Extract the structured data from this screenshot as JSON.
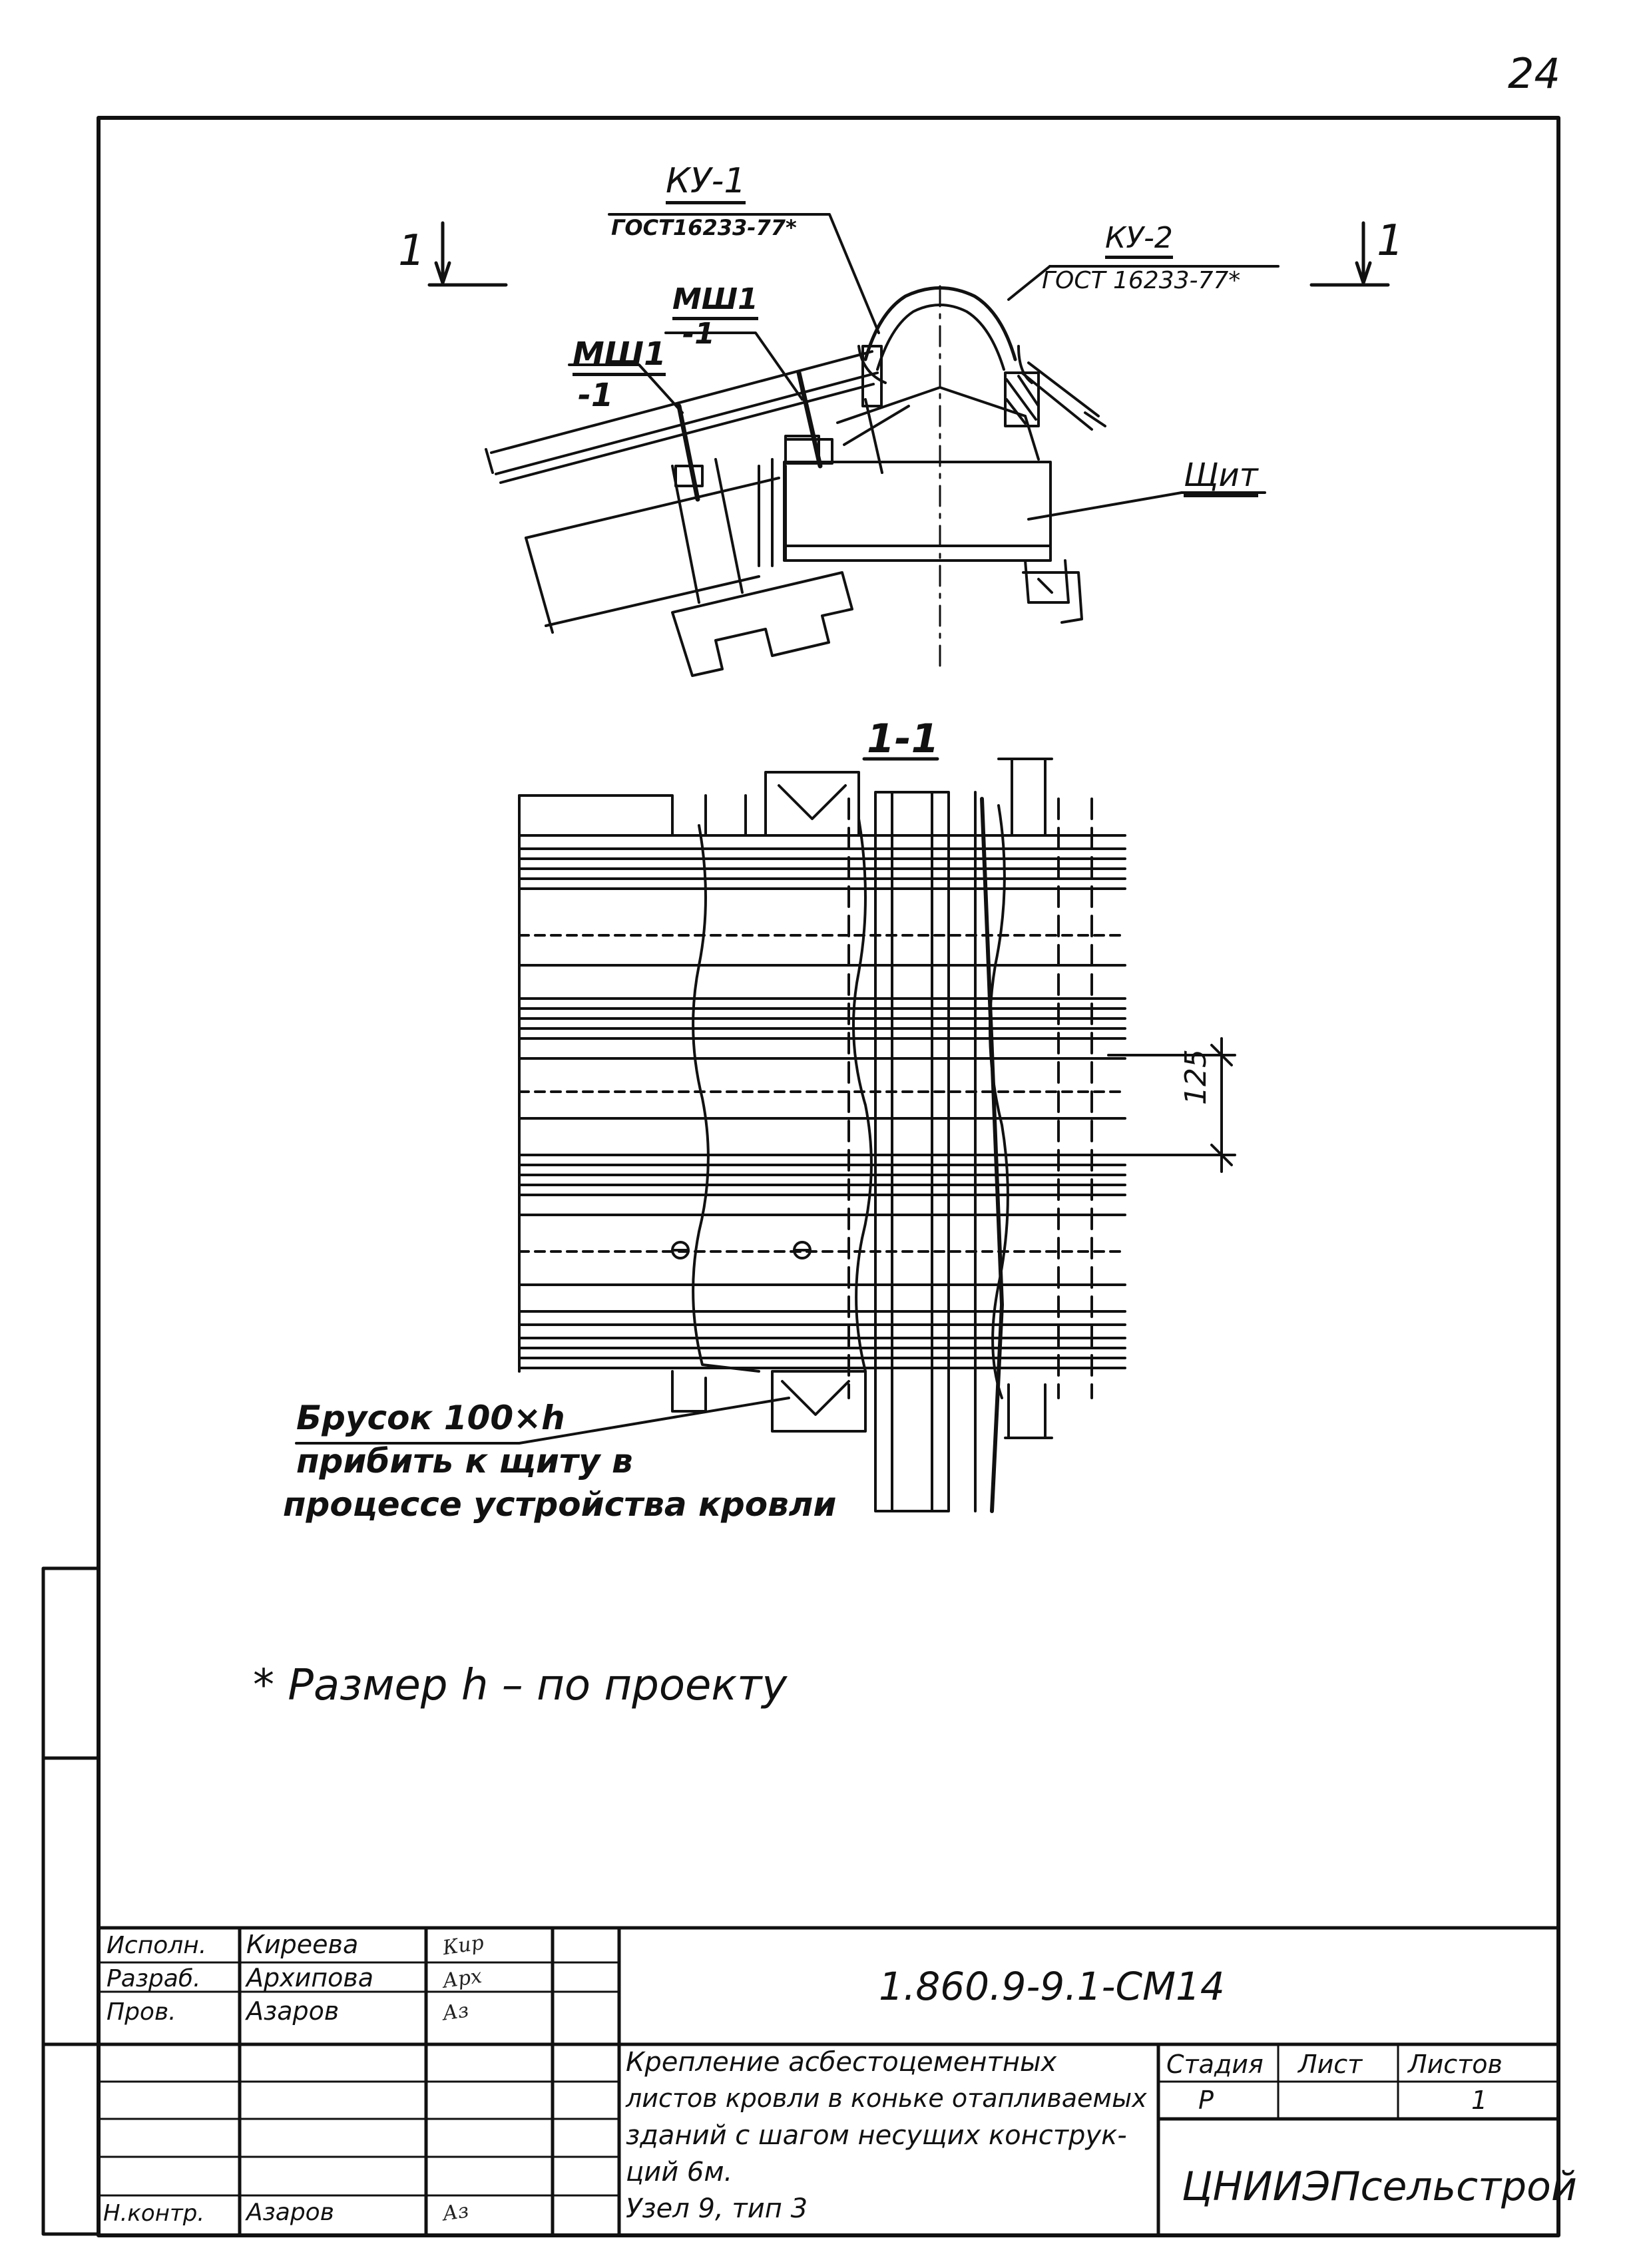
{
  "page_number": "24",
  "callouts": {
    "ku1_title": "КУ-1",
    "ku1_std": "ГОСТ16233-77*",
    "ku2_title": "КУ-2",
    "ku2_std": "ГОСТ 16233-77*",
    "msh_right": "МШ1",
    "msh_right_sub": "-1",
    "msh_left": "МШ1",
    "msh_left_sub": "-1",
    "shield": "Щит",
    "section_mark_left": "1",
    "section_mark_right": "1",
    "section_title": "1-1",
    "dimension_125": "125",
    "bar_line1": "Брусок 100×h",
    "bar_line2": "прибить к щиту в",
    "bar_line3": "процессе устройства кровли",
    "footnote": "* Размер h – по проекту"
  },
  "title_block": {
    "rows": [
      {
        "role": "Исполн.",
        "name": "Киреева",
        "signature": "signature-image"
      },
      {
        "role": "Разраб.",
        "name": "Архипова",
        "signature": "signature-image"
      },
      {
        "role": "Пров.",
        "name": "Азаров",
        "signature": "signature-image"
      },
      {
        "role": "Н.контр.",
        "name": "Азаров",
        "signature": "signature-image"
      }
    ],
    "doc_code": "1.860.9-9.1-СМ14",
    "title_lines": [
      "Крепление асбестоцементных",
      "листов кровли в коньке отапливаемых",
      "зданий с шагом несущих конструк-",
      "ций 6м.",
      "Узел 9, тип 3"
    ],
    "stage_header": "Стадия",
    "sheet_header": "Лист",
    "sheets_header": "Листов",
    "stage_value": "Р",
    "sheet_value": "",
    "sheets_value": "1",
    "organization": "ЦНИИЭПсельстрой"
  }
}
